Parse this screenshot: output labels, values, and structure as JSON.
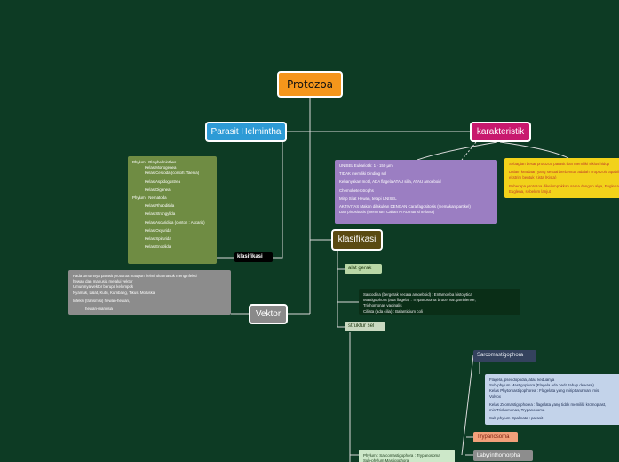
{
  "central": {
    "label": "Protozoa"
  },
  "parasit": {
    "label": "Parasit Helmintha"
  },
  "karakteristik": {
    "label": "karakteristik"
  },
  "klasifikasi": {
    "label": "klasifikasi"
  },
  "vektor": {
    "label": "Vektor"
  },
  "klasifikasi_tag": {
    "label": "klasifikasi"
  },
  "helmintha_note": {
    "lines": [
      {
        "text": "Phylum : Platyhelminthes",
        "indent": false
      },
      {
        "text": "Kelas Monogenea",
        "indent": true
      },
      {
        "text": "Kelas Cestoda (contoh: Taenia)",
        "indent": true
      },
      {
        "text": "",
        "indent": false
      },
      {
        "text": "Kelas Aspidogastrea",
        "indent": true
      },
      {
        "text": "",
        "indent": false
      },
      {
        "text": "Kelas Digenea",
        "indent": true
      },
      {
        "text": "",
        "indent": false
      },
      {
        "text": "Phylum : Nematoda",
        "indent": false
      },
      {
        "text": "",
        "indent": false
      },
      {
        "text": "Kelas Rhabditida",
        "indent": true
      },
      {
        "text": "",
        "indent": false
      },
      {
        "text": "Kelas Strongylida",
        "indent": true
      },
      {
        "text": "",
        "indent": false
      },
      {
        "text": "Kelas Ascaridida (contoh : Ascaris)",
        "indent": true
      },
      {
        "text": "",
        "indent": false
      },
      {
        "text": "Kelas Oxyurida",
        "indent": true
      },
      {
        "text": "",
        "indent": false
      },
      {
        "text": "Kelas Spirurida",
        "indent": true
      },
      {
        "text": "",
        "indent": false
      },
      {
        "text": "Kelas Enoplida",
        "indent": true
      }
    ]
  },
  "vektor_note": {
    "lines": [
      {
        "text": "Pada umumnya parasit protozoa maupun helmintha masuk menginfeksi",
        "indent": false
      },
      {
        "text": "hewan dan manusia melalui vektor",
        "indent": false
      },
      {
        "text": "Umumnya vektor berupa kelompok",
        "indent": false
      },
      {
        "text": "Nyamuk, Lalat, Kutu, Kumbang, Tikus, Moluska",
        "indent": false
      },
      {
        "text": "",
        "indent": false
      },
      {
        "text": "Infeksi (transmisi) hewan-hewan,",
        "indent": false
      },
      {
        "text": "",
        "indent": false
      },
      {
        "text": "hewan-manusia",
        "indent": true
      }
    ]
  },
  "karakteristik_note": {
    "lines": [
      {
        "text": "UNISEL Eukariotik: 1 - 150 µm",
        "indent": false
      },
      {
        "text": "",
        "indent": false
      },
      {
        "text": "TIDAK memiliki Dinding sel",
        "indent": false
      },
      {
        "text": "",
        "indent": false
      },
      {
        "text": "Kebanyakan motil, ADA flagela ATAU silia, ATAU amoeboid",
        "indent": false
      },
      {
        "text": "",
        "indent": false
      },
      {
        "text": "Chemoheterotrophs",
        "indent": false
      },
      {
        "text": "",
        "indent": false
      },
      {
        "text": "Mirip Sifat Hewan, tetapi UNISEL",
        "indent": false
      },
      {
        "text": "",
        "indent": false
      },
      {
        "text": "AKTIVITAS Makan dilakukan DENGAN Cara fagositosis (memakan partikel)",
        "indent": false
      },
      {
        "text": "Dan pinositosis (meminum Cairan ATAU nutrisi terlarut)",
        "indent": false
      }
    ]
  },
  "yellow_note": {
    "lines": [
      {
        "text": "Sebagian besar protozoa parasit dan memiliki siklus hidup",
        "indent": false
      },
      {
        "text": "",
        "indent": false
      },
      {
        "text": "Dalam keadaan yang sesuai berbentuk adalah Tropozoit, apabila",
        "indent": false
      },
      {
        "text": "ekstrim bentuk Kista (Kista)",
        "indent": false
      },
      {
        "text": "",
        "indent": false
      },
      {
        "text": "Beberapa protozoa dikelompokkan sama dengan alga, Euglena",
        "indent": false
      },
      {
        "text": "Euglena, sebelum lanjut",
        "indent": false
      }
    ]
  },
  "alat_gerak": {
    "label": "alat gerak"
  },
  "alat_gerak_note": {
    "lines": [
      {
        "text": "Sarcodina (bergerak secara amoeboid) : Entamoeba histolytica",
        "indent": false
      },
      {
        "text": "Mastigophora (ada flagela) : Trypanosoma brucei var.gambiense,",
        "indent": false
      },
      {
        "text": "Trichomonas vaginalis",
        "indent": false
      },
      {
        "text": "Ciliata (ada cilia) : Balantidium coli",
        "indent": false
      }
    ]
  },
  "struktur_sel": {
    "label": "struktur sel"
  },
  "sarcomasti": {
    "label": "Sarcomastigophora"
  },
  "sarcomasti_note": {
    "lines": [
      {
        "text": "Flagela, pseudopodia, atau keduanya",
        "indent": false
      },
      {
        "text": "Sub-phylum Mastigophora (Flagela ada pada tahap dewasa)",
        "indent": false
      },
      {
        "text": "Kelas Phytomastigophorea : Flagelata yang mirip tanaman, mis.",
        "indent": false
      },
      {
        "text": "Volvox",
        "indent": false
      },
      {
        "text": "",
        "indent": false
      },
      {
        "text": "Kelas Zoomastigophorea : flagelata yang tidak memiliki kromoplast,",
        "indent": false
      },
      {
        "text": "mis.Trichomonas, Trypanosoma",
        "indent": false
      },
      {
        "text": "",
        "indent": false
      },
      {
        "text": "Sub-phylum Opalinata : parasit",
        "indent": false
      }
    ]
  },
  "trypanosoma": {
    "label": "Trypanosoma"
  },
  "labyrinth": {
    "label": "Labyrinthomorpha"
  },
  "phylum_note": {
    "lines": [
      {
        "text": "Phylum : Sarcomastigophora : Trypanosoma",
        "indent": false
      },
      {
        "text": "Sub-phylum Mastigophora",
        "indent": false
      }
    ]
  },
  "colors": {
    "background": "#0d3b24",
    "central": "#f5961b",
    "parasit": "#2d9bd6",
    "karakteristik": "#c8196e",
    "klasifikasi": "#5a4a12",
    "vektor": "#8a8a8a"
  }
}
